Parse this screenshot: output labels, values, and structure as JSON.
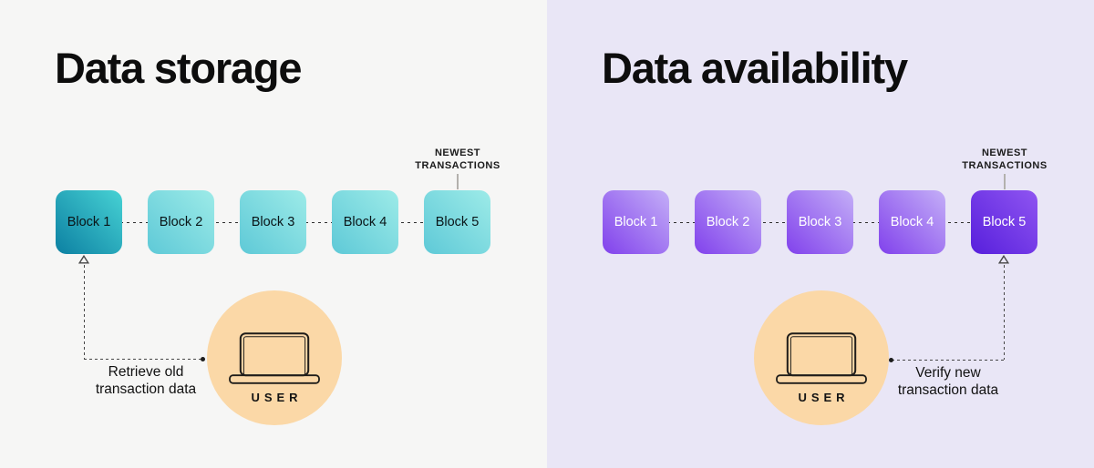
{
  "panels": [
    {
      "title": "Data storage",
      "background": "#f6f6f5",
      "blocks": [
        {
          "label": "Block 1"
        },
        {
          "label": "Block 2"
        },
        {
          "label": "Block 3"
        },
        {
          "label": "Block 4"
        },
        {
          "label": "Block 5"
        }
      ],
      "highlighted_block": "Block 1",
      "newest_label": {
        "line1": "NEWEST",
        "line2": "TRANSACTIONS"
      },
      "user_label": "USER",
      "action": {
        "line1": "Retrieve old",
        "line2": "transaction data"
      },
      "colors": {
        "block_gradient_start": "#9debe8",
        "block_gradient_end": "#5ec9d7",
        "highlight_gradient_start": "#47d2d4",
        "highlight_gradient_end": "#0c80a2",
        "user_circle": "#fbd8a7"
      }
    },
    {
      "title": "Data availability",
      "background": "#e9e6f6",
      "blocks": [
        {
          "label": "Block 1"
        },
        {
          "label": "Block 2"
        },
        {
          "label": "Block 3"
        },
        {
          "label": "Block 4"
        },
        {
          "label": "Block 5"
        }
      ],
      "highlighted_block": "Block 5",
      "newest_label": {
        "line1": "NEWEST",
        "line2": "TRANSACTIONS"
      },
      "user_label": "USER",
      "action": {
        "line1": "Verify new",
        "line2": "transaction data"
      },
      "colors": {
        "block_gradient_start": "#c4aff7",
        "block_gradient_end": "#8141ec",
        "highlight_gradient_start": "#8f55f1",
        "highlight_gradient_end": "#571fdc",
        "user_circle": "#fbd8a7"
      }
    }
  ],
  "icons": {
    "laptop": "laptop-outline",
    "arrow_up": "open-triangle-arrow",
    "dot": "connector-endpoint-dot"
  }
}
